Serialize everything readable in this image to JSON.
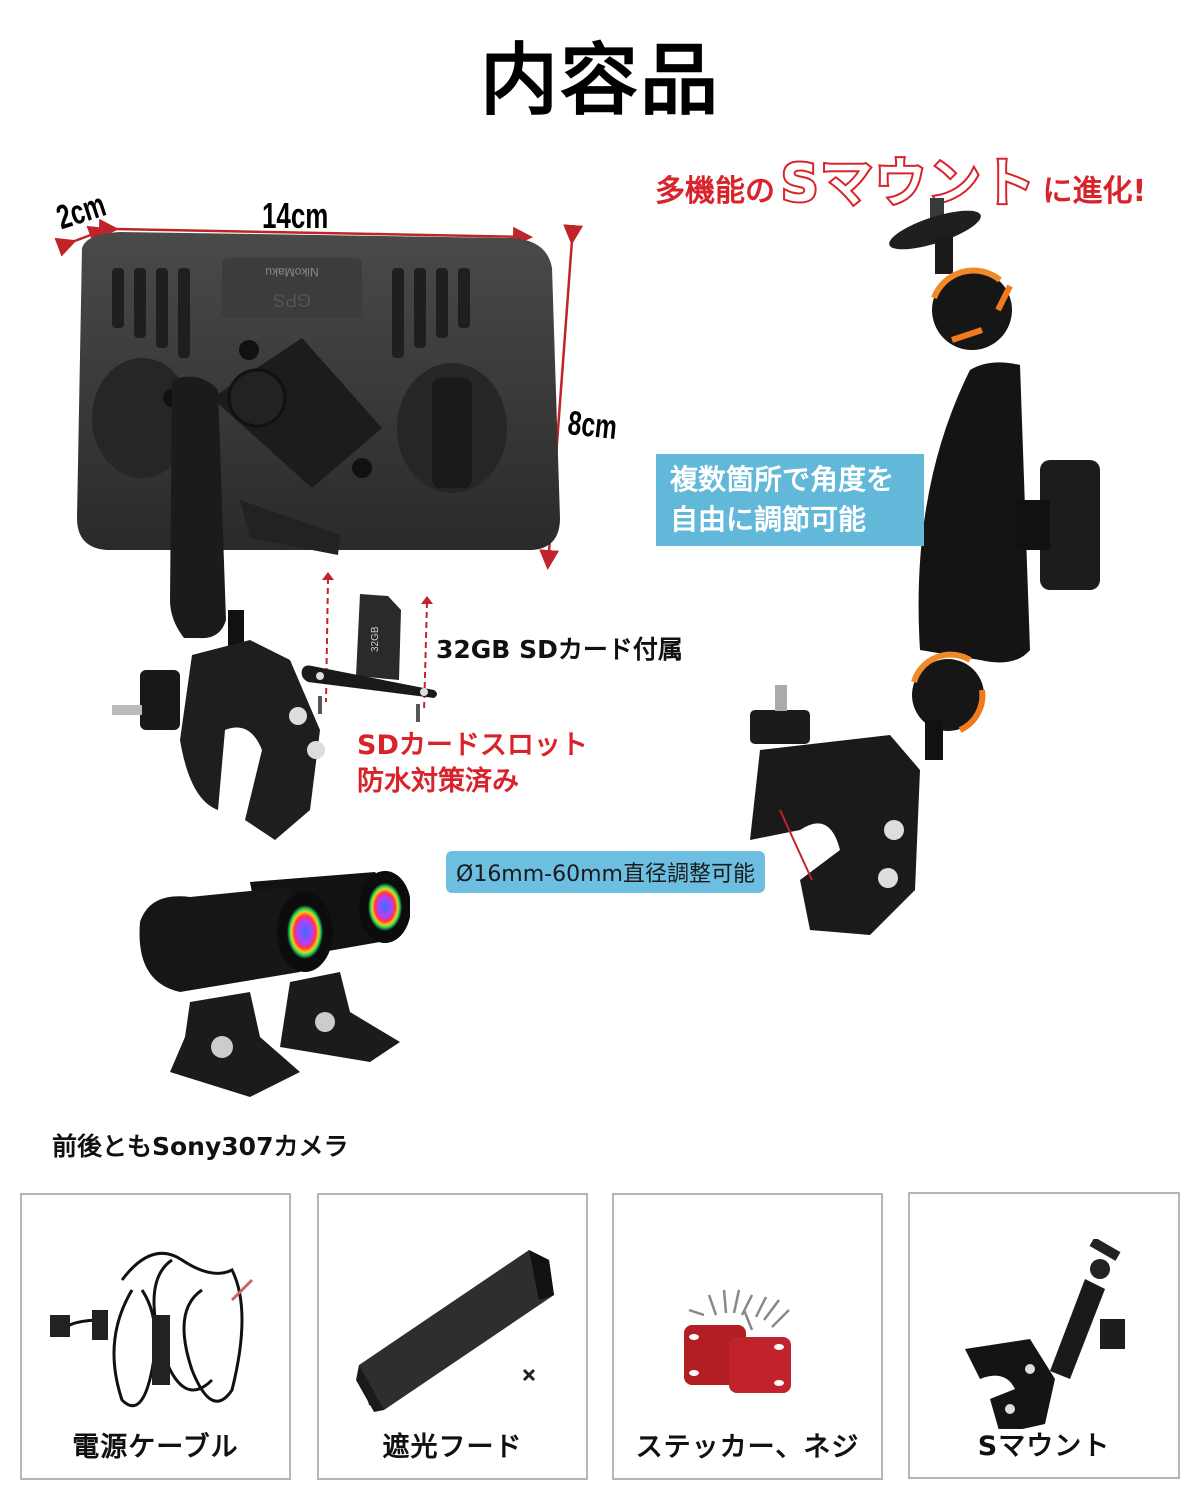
{
  "page_title": "内容品",
  "headline": {
    "prefix": "多機能の",
    "emphasis": "Sマウント",
    "suffix": "に進化!"
  },
  "dimensions": {
    "depth": "2cm",
    "width": "14cm",
    "height": "8cm"
  },
  "device": {
    "brand_text": "NikoMaku",
    "module_text": "GPS"
  },
  "callouts": {
    "adjust_angle": [
      "複数箇所で角度を",
      "自由に調節可能"
    ],
    "sd_card_included": "32GB SDカード付属",
    "sd_card_capacity": "32GB",
    "sd_slot": [
      "SDカードスロット",
      "防水対策済み"
    ],
    "clamp_diameter": "Ø16mm-60mm直径調整可能",
    "camera": "前後ともSony307カメラ"
  },
  "accessories": [
    {
      "label": "電源ケーブル",
      "icon": "power-cable-icon"
    },
    {
      "label": "遮光フード",
      "icon": "sun-hood-icon"
    },
    {
      "label": "ステッカー、ネジ",
      "icon": "sticker-screws-icon"
    },
    {
      "label": "Sマウント",
      "icon": "s-mount-icon"
    }
  ],
  "colors": {
    "accent_red": "#d9232a",
    "callout_blue": "#62b8d9",
    "rotation_orange": "#f07a1e",
    "card_border": "#b5b5b5"
  }
}
